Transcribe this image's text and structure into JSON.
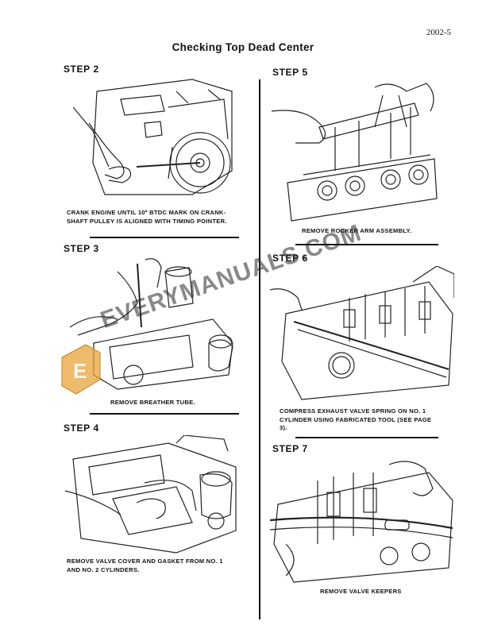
{
  "page_number": "2002-5",
  "title": "Checking Top Dead Center",
  "steps": [
    {
      "label": "STEP 2",
      "caption_lines": [
        "CRANK ENGINE UNTIL 10º BTDC MARK ON CRANK-",
        "SHAFT PULLEY IS ALIGNED WITH TIMING POINTER."
      ]
    },
    {
      "label": "STEP 3",
      "caption_lines": [
        "REMOVE BREATHER TUBE."
      ]
    },
    {
      "label": "STEP 4",
      "caption_lines": [
        "REMOVE VALVE COVER AND GASKET FROM NO. 1",
        "AND NO. 2 CYLINDERS."
      ]
    },
    {
      "label": "STEP 5",
      "caption_lines": [
        "REMOVE ROCKER ARM ASSEMBLY."
      ]
    },
    {
      "label": "STEP 6",
      "caption_lines": [
        "COMPRESS EXHAUST VALVE SPRING ON NO. 1",
        "CYLINDER USING FABRICATED TOOL (SEE PAGE",
        "3)."
      ]
    },
    {
      "label": "STEP 7",
      "caption_lines": [
        "REMOVE VALVE KEEPERS"
      ]
    }
  ],
  "watermark": {
    "text": "EVERYMANUALS.COM",
    "logo_letter": "E",
    "color": "#E8A33A"
  }
}
